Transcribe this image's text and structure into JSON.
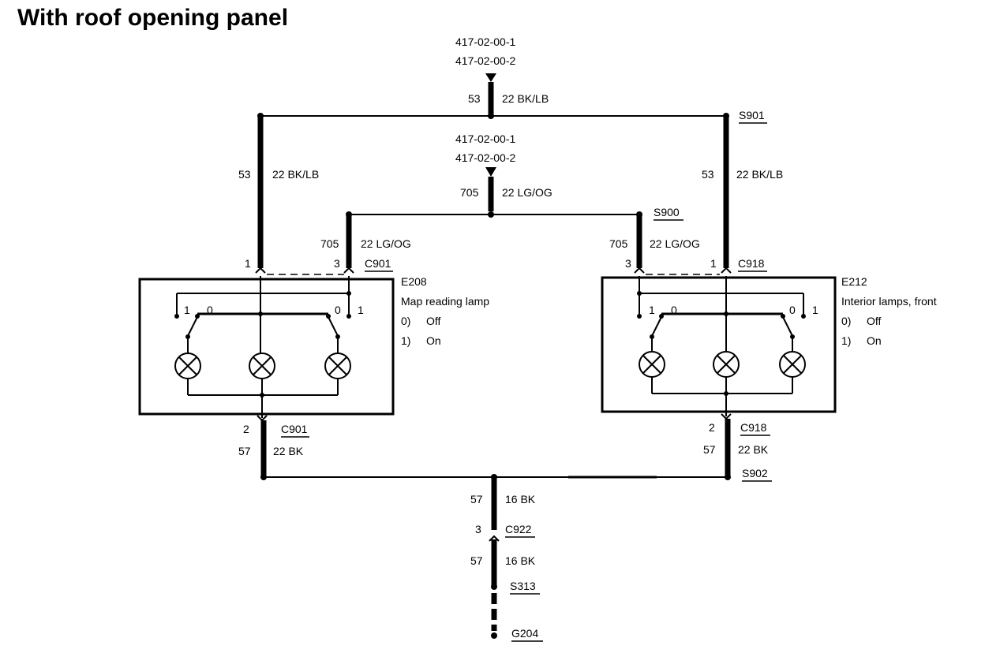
{
  "title": "With roof opening panel",
  "top_feed": {
    "refs": [
      "417-02-00-1",
      "417-02-00-2"
    ],
    "circuit": "53",
    "wire": "22 BK/LB"
  },
  "middle_feed": {
    "refs": [
      "417-02-00-1",
      "417-02-00-2"
    ],
    "circuit": "705",
    "wire": "22 LG/OG"
  },
  "splices": {
    "s901": "S901",
    "s900": "S900",
    "s902": "S902",
    "s313": "S313"
  },
  "ground": "G204",
  "left_module": {
    "id": "E208",
    "name": "Map reading lamp",
    "state_0": "0)",
    "state_0_label": "Off",
    "state_1": "1)",
    "state_1_label": "On",
    "feed_circuit": "53",
    "feed_wire": "22 BK/LB",
    "switch_circuit": "705",
    "switch_wire": "22 LG/OG",
    "pin_feed": "1",
    "pin_switch": "3",
    "connector_top": "C901",
    "pin_ground": "2",
    "connector_bottom": "C901",
    "ground_circuit": "57",
    "ground_wire": "22 BK",
    "sw_left_1": "1",
    "sw_left_0": "0",
    "sw_right_0": "0",
    "sw_right_1": "1"
  },
  "right_module": {
    "id": "E212",
    "name": "Interior lamps, front",
    "state_0": "0)",
    "state_0_label": "Off",
    "state_1": "1)",
    "state_1_label": "On",
    "feed_circuit": "53",
    "feed_wire": "22 BK/LB",
    "switch_circuit": "705",
    "switch_wire": "22 LG/OG",
    "pin_feed": "1",
    "pin_switch": "3",
    "connector_top": "C918",
    "pin_ground": "2",
    "connector_bottom": "C918",
    "ground_circuit": "57",
    "ground_wire": "22 BK",
    "sw_left_1": "1",
    "sw_left_0": "0",
    "sw_right_0": "0",
    "sw_right_1": "1"
  },
  "ground_trunk": {
    "circuit_upper": "57",
    "wire_upper": "16 BK",
    "pin": "3",
    "connector": "C922",
    "circuit_lower": "57",
    "wire_lower": "16 BK"
  }
}
